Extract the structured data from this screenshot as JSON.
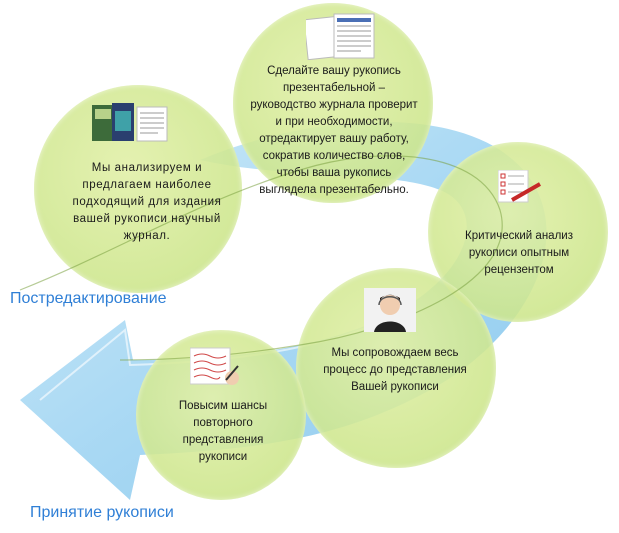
{
  "labels": {
    "post_editing": "Постредактирование",
    "acceptance": "Принятие рукописи"
  },
  "steps": [
    {
      "id": "journal-selection",
      "text": "Мы анализируем и предлагаем наиболее подходящий для издания вашей рукописи научный журнал.",
      "icon": "journal-covers-icon"
    },
    {
      "id": "editing",
      "text": "Сделайте вашу рукопись презентабельной – руководство журнала проверит и при необходимости, отредактирует вашу работу, сократив количество слов, чтобы ваша рукопись выглядела презентабельно.",
      "icon": "document-pages-icon"
    },
    {
      "id": "peer-review",
      "text": "Критический анализ рукописи опытным рецензентом",
      "icon": "checklist-pen-icon"
    },
    {
      "id": "support",
      "text": "Мы сопровождаем весь процесс до представления Вашей рукописи",
      "icon": "support-operator-icon"
    },
    {
      "id": "resubmission",
      "text": "Повысим шансы повторного представления рукописи",
      "icon": "handwritten-notes-icon"
    }
  ],
  "colors": {
    "circle_fill": "#d4e9a0",
    "arrow_fill": "#9fd4f2",
    "label_blue": "#2f7fd6"
  }
}
